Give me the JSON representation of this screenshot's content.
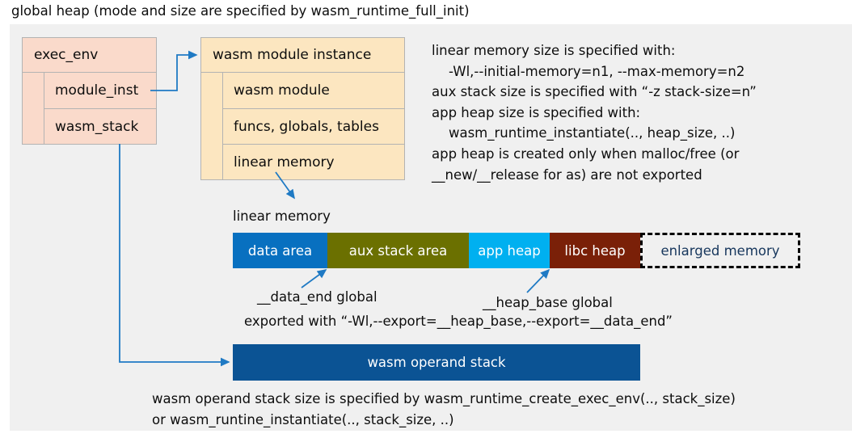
{
  "title": "global heap (mode and size are specified by wasm_runtime_full_init)",
  "colors": {
    "panel_bg": "#f0f0f0",
    "exec_env_fill": "#fadacb",
    "module_instance_fill": "#fce6c0",
    "data_area": "#0870c0",
    "aux_stack_area": "#6b7000",
    "app_heap": "#00b0f0",
    "libc_heap": "#7a2008",
    "enlarged_memory_border": "#000000",
    "enlarged_memory_text": "#16365c",
    "operand_stack": "#0b5394",
    "arrow": "#1f7ac4",
    "box_border": "#b3b3b3"
  },
  "exec_env": {
    "header": "exec_env",
    "fields": [
      "module_inst",
      "wasm_stack"
    ]
  },
  "module_instance": {
    "header": "wasm module instance",
    "fields": [
      "wasm module",
      "funcs, globals, tables",
      "linear memory"
    ]
  },
  "notes": "linear memory size is specified with:\n    -Wl,--initial-memory=n1, --max-memory=n2\naux stack size is specified with “-z stack-size=n”\napp heap size is specified with:\n    wasm_runtime_instantiate(.., heap_size, ..)\napp heap is created only when malloc/free (or\n__new/__release for as) are not exported",
  "linear_memory": {
    "label": "linear memory",
    "segments": [
      {
        "label": "data area",
        "width": 117,
        "color": "#0870c0",
        "dashed": false
      },
      {
        "label": "aux stack area",
        "width": 175,
        "color": "#6b7000",
        "dashed": false
      },
      {
        "label": "app heap",
        "width": 100,
        "color": "#00b0f0",
        "dashed": false
      },
      {
        "label": "libc heap",
        "width": 112,
        "color": "#7a2008",
        "dashed": false
      },
      {
        "label": "enlarged memory",
        "width": 198,
        "color": "#f0f0f0",
        "dashed": true
      }
    ]
  },
  "annotations": {
    "data_end": "__data_end global",
    "heap_base": "__heap_base global",
    "exported": "exported with “-Wl,--export=__heap_base,--export=__data_end”"
  },
  "operand_stack": {
    "label": "wasm operand stack"
  },
  "caption": "wasm operand stack size is specified by wasm_runtime_create_exec_env(.., stack_size)\nor wasm_runtine_instantiate(.., stack_size, ..)"
}
